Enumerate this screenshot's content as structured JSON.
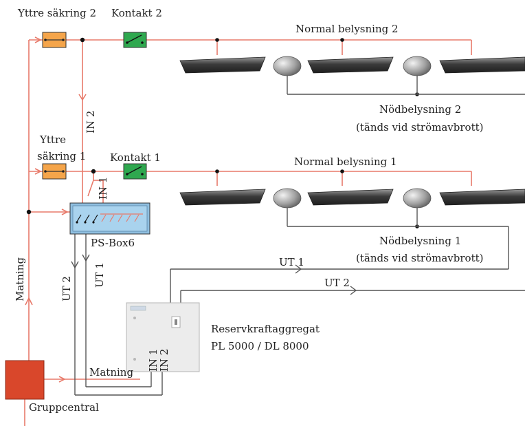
{
  "labels": {
    "outer_fuse_2": "Yttre säkring 2",
    "contact_2": "Kontakt 2",
    "normal_lighting_2": "Normal belysning 2",
    "emergency_lighting_2": "Nödbelysning 2",
    "emergency_lighting_2_note": "(tänds vid strömavbrott)",
    "in_2_vertical": "IN 2",
    "outer_fuse_1_line1": "Yttre",
    "outer_fuse_1_line2": "säkring 1",
    "contact_1": "Kontakt 1",
    "normal_lighting_1": "Normal belysning 1",
    "in_1_vertical": "IN 1",
    "ps_box": "PS-Box6",
    "emergency_lighting_1": "Nödbelysning 1",
    "emergency_lighting_1_note": "(tänds vid strömavbrott)",
    "ut_1_horizontal": "UT 1",
    "ut_2_horizontal": "UT 2",
    "feed_vertical": "Matning",
    "ut_2_vertical": "UT 2",
    "ut_1_vertical": "UT 1",
    "generator_line1": "Reservkraftaggregat",
    "generator_line2": "PL 5000 / DL 8000",
    "generator_in_1": "IN 1",
    "generator_in_2": "IN 2",
    "feed_horizontal": "Matning",
    "group_panel": "Gruppcentral"
  },
  "colors": {
    "mains_wire": "#e87a6a",
    "emergency_wire": "#555555",
    "fuse_fill": "#f5a54a",
    "contact_fill": "#2fa84f",
    "group_panel_fill": "#d9472b",
    "ps_box_fill": "#a9d3ee",
    "generator_fill": "#ececec"
  }
}
